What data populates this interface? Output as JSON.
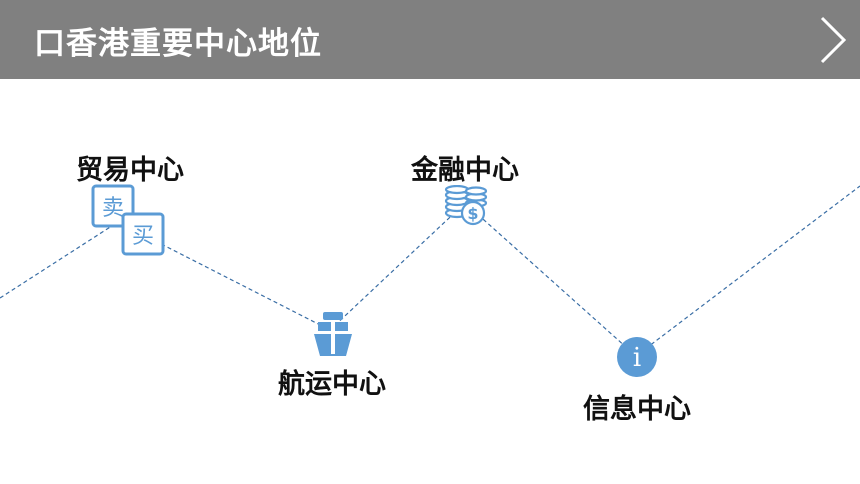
{
  "header": {
    "title": "口香港重要中心地位",
    "next_icon": "chevron-right-icon"
  },
  "nodes": [
    {
      "label": "贸易中心",
      "icon": "trade-buy-sell-icon",
      "sell": "卖",
      "buy": "买"
    },
    {
      "label": "航运中心",
      "icon": "ship-icon"
    },
    {
      "label": "金融中心",
      "icon": "coins-icon",
      "currency": "$"
    },
    {
      "label": "信息中心",
      "icon": "info-icon",
      "glyph": "i"
    }
  ],
  "colors": {
    "header_bg": "#808080",
    "accent": "#5b9bd5",
    "line": "#3a6ea5"
  }
}
